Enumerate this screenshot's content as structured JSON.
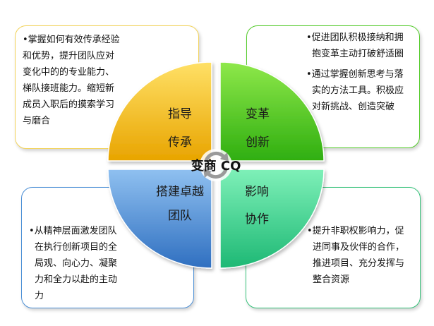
{
  "center": {
    "label": "变商 CQ"
  },
  "quadrants": {
    "top_left": {
      "lines": [
        "指导",
        "传承"
      ],
      "color": "#f2b400"
    },
    "top_right": {
      "lines": [
        "变革",
        "创新"
      ],
      "color": "#44c41c"
    },
    "bottom_left": {
      "lines": [
        "搭建卓越",
        "团队"
      ],
      "color": "#3f87d4"
    },
    "bottom_right": {
      "lines": [
        "影响",
        "协作"
      ],
      "color": "#2fc984"
    }
  },
  "boxes": {
    "top_left": {
      "lines": [
        "掌握如何有效传承经验",
        "和优势，提升团队应对",
        "变化中的的专业能力、",
        "梯队接班能力。缩短新",
        "成员入职后的摸索学习",
        "与磨合"
      ]
    },
    "top_right": {
      "lines": [
        "促进团队积极接纳和拥",
        "抱变革主动打破舒适圈",
        "通过掌握创新思考与落",
        "实的方法工具。积极应",
        "对新挑战、创造突破"
      ]
    },
    "bottom_left": {
      "lines": [
        "从精神层面激发团队",
        "在执行创新项目的全",
        "局观、向心力、凝聚",
        "力和全力以赴的主动",
        "力"
      ]
    },
    "bottom_right": {
      "lines": [
        "提升非职权影响力，促",
        "进同事及伙伴的合作，",
        "推进项目、充分发挥与",
        "整合资源"
      ]
    }
  }
}
